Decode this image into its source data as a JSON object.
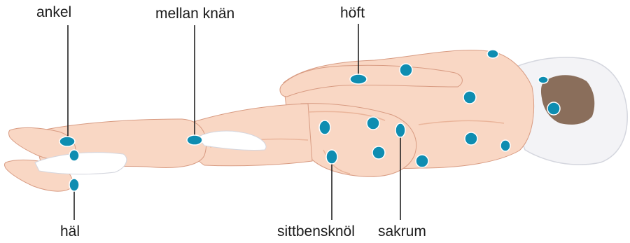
{
  "colors": {
    "skin": "#f9d7c4",
    "skin_shadow": "#eab59b",
    "skin_outline": "#d89b82",
    "hair": "#8a6e5b",
    "pillow": "#f3f3f6",
    "pillow_outline": "#d4d6de",
    "cushion": "#ffffff",
    "pressure_point": "#0e8db1",
    "pressure_point_edge": "#ffffff",
    "leader_line": "#222222"
  },
  "labels": {
    "ankel": "ankel",
    "mellan_knan": "mellan knän",
    "hoft": "höft",
    "hal": "häl",
    "sittbensknol": "sittbensknöl",
    "sakrum": "sakrum"
  }
}
